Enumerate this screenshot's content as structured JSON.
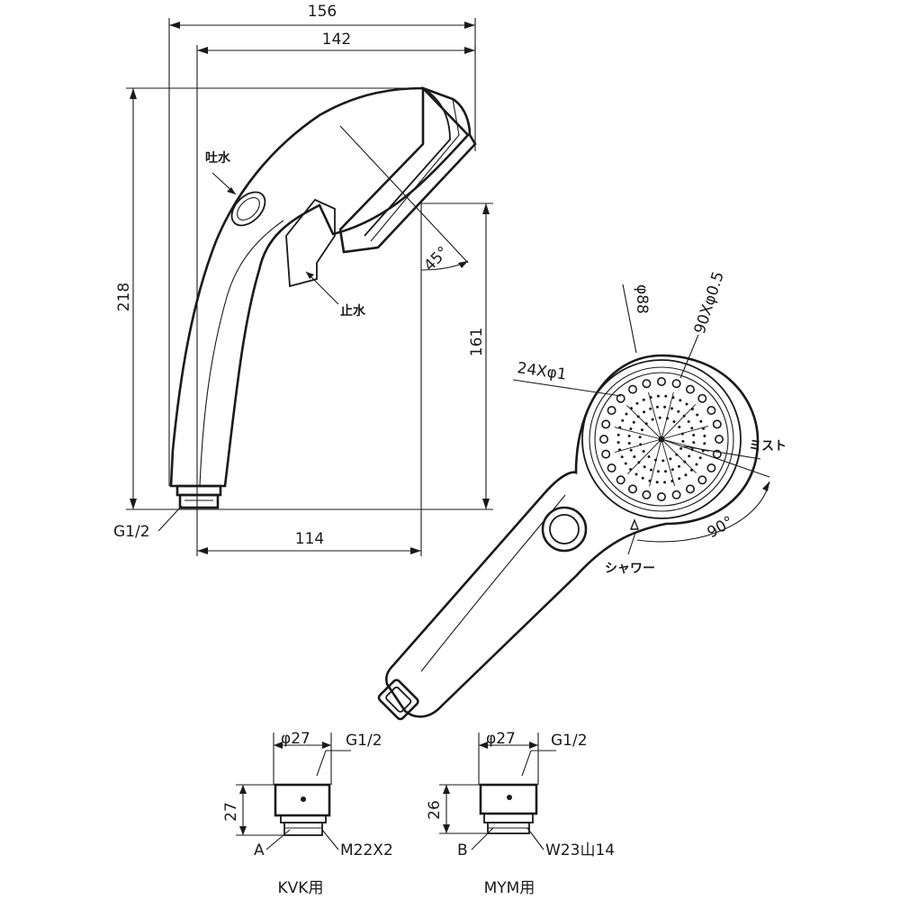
{
  "dimensions": {
    "overall_width": "156",
    "head_width": "142",
    "overall_height": "218",
    "handle_height": "161",
    "base_width": "114",
    "tilt_angle": "45°",
    "thread": "G1/2"
  },
  "labels": {
    "spout_water": "吐水",
    "stop_water": "止水",
    "mist": "ミスト",
    "shower": "シャワー"
  },
  "face": {
    "diameter": "φ88",
    "small_holes": "90Xφ0.5",
    "large_holes": "24Xφ1",
    "rotation_angle": "90°"
  },
  "adapter_a": {
    "diameter": "φ27",
    "thread_top": "G1/2",
    "height": "27",
    "letter": "A",
    "thread_bottom": "M22X2",
    "caption": "KVK用"
  },
  "adapter_b": {
    "diameter": "φ27",
    "thread_top": "G1/2",
    "height": "26",
    "letter": "B",
    "thread_bottom": "W23山14",
    "caption": "MYM用"
  }
}
